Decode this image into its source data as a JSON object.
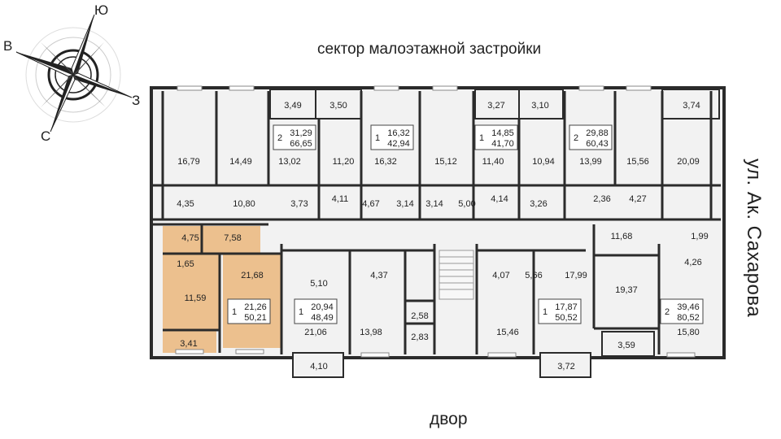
{
  "labels": {
    "top": "сектор малоэтажной застройки",
    "bottom": "двор",
    "street": "ул. Ак. Сахарова"
  },
  "compass": {
    "north": "Ю",
    "west": "В",
    "east": "З",
    "south": "С"
  },
  "colors": {
    "highlight": "#ecc08e",
    "wall": "#2b2b2b",
    "floor": "#f2f2f2"
  },
  "rooms": [
    {
      "id": "r1",
      "text": "16,79"
    },
    {
      "id": "r2",
      "text": "14,49"
    },
    {
      "id": "r3",
      "text": "3,49"
    },
    {
      "id": "r4",
      "text": "3,50"
    },
    {
      "id": "r5",
      "text": "13,02"
    },
    {
      "id": "r6",
      "text": "11,20"
    },
    {
      "id": "r7",
      "text": "16,32"
    },
    {
      "id": "r8",
      "text": "15,12"
    },
    {
      "id": "r9",
      "text": "3,27"
    },
    {
      "id": "r10",
      "text": "3,10"
    },
    {
      "id": "r11",
      "text": "11,40"
    },
    {
      "id": "r12",
      "text": "10,94"
    },
    {
      "id": "r13",
      "text": "13,99"
    },
    {
      "id": "r14",
      "text": "15,56"
    },
    {
      "id": "r15",
      "text": "3,74"
    },
    {
      "id": "r16",
      "text": "20,09"
    },
    {
      "id": "r17",
      "text": "4,35"
    },
    {
      "id": "r18",
      "text": "10,80"
    },
    {
      "id": "r19",
      "text": "3,73"
    },
    {
      "id": "r20",
      "text": "4,11"
    },
    {
      "id": "r21",
      "text": "4,67"
    },
    {
      "id": "r22",
      "text": "3,14"
    },
    {
      "id": "r23",
      "text": "3,14"
    },
    {
      "id": "r24",
      "text": "5,00"
    },
    {
      "id": "r25",
      "text": "4,14"
    },
    {
      "id": "r26",
      "text": "3,26"
    },
    {
      "id": "r27",
      "text": "2,36"
    },
    {
      "id": "r28",
      "text": "4,27"
    },
    {
      "id": "r29",
      "text": "4,75"
    },
    {
      "id": "r30",
      "text": "7,58"
    },
    {
      "id": "r31",
      "text": "1,65"
    },
    {
      "id": "r32",
      "text": "21,68"
    },
    {
      "id": "r33",
      "text": "11,59"
    },
    {
      "id": "r34",
      "text": "3,41"
    },
    {
      "id": "r35",
      "text": "5,10"
    },
    {
      "id": "r36",
      "text": "4,37"
    },
    {
      "id": "r37",
      "text": "21,06"
    },
    {
      "id": "r38",
      "text": "13,98"
    },
    {
      "id": "r39",
      "text": "4,10"
    },
    {
      "id": "r40",
      "text": "2,58"
    },
    {
      "id": "r41",
      "text": "2,83"
    },
    {
      "id": "r42",
      "text": "4,07"
    },
    {
      "id": "r43",
      "text": "5,66"
    },
    {
      "id": "r44",
      "text": "17,99"
    },
    {
      "id": "r45",
      "text": "15,46"
    },
    {
      "id": "r46",
      "text": "3,72"
    },
    {
      "id": "r47",
      "text": "11,68"
    },
    {
      "id": "r48",
      "text": "1,99"
    },
    {
      "id": "r49",
      "text": "4,26"
    },
    {
      "id": "r50",
      "text": "19,37"
    },
    {
      "id": "r51",
      "text": "3,59"
    },
    {
      "id": "r52",
      "text": "15,80"
    }
  ],
  "apartments": [
    {
      "id": "a1",
      "rooms": "2",
      "living": "31,29",
      "total": "66,65"
    },
    {
      "id": "a2",
      "rooms": "1",
      "living": "16,32",
      "total": "42,94"
    },
    {
      "id": "a3",
      "rooms": "1",
      "living": "14,85",
      "total": "41,70"
    },
    {
      "id": "a4",
      "rooms": "2",
      "living": "29,88",
      "total": "60,43"
    },
    {
      "id": "a5",
      "rooms": "1",
      "living": "21,26",
      "total": "50,21"
    },
    {
      "id": "a6",
      "rooms": "1",
      "living": "20,94",
      "total": "48,49"
    },
    {
      "id": "a7",
      "rooms": "1",
      "living": "17,87",
      "total": "50,52"
    },
    {
      "id": "a8",
      "rooms": "2",
      "living": "39,46",
      "total": "80,52"
    }
  ]
}
